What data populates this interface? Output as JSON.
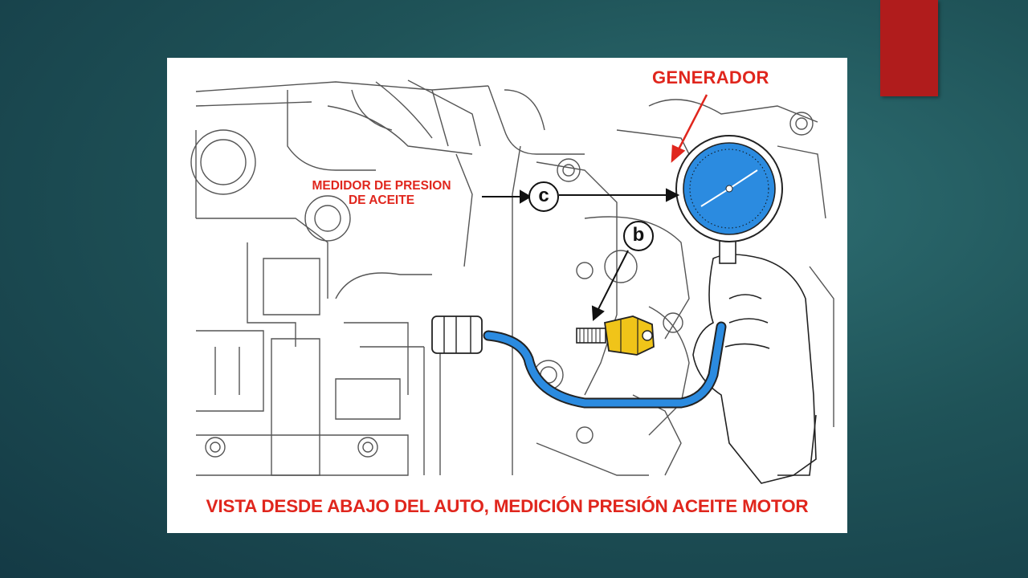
{
  "slide": {
    "accent_color": "#b01c1c",
    "background_color": "#1f5358"
  },
  "figure": {
    "labels": {
      "generator": "GENERADOR",
      "gauge_line1": "MEDIDOR DE PRESION",
      "gauge_line2": "DE ACEITE",
      "callout_c": "c",
      "callout_b": "b"
    },
    "caption": "VISTA DESDE ABAJO DEL AUTO, MEDICIÓN PRESIÓN ACEITE MOTOR",
    "colors": {
      "label_red": "#e0261d",
      "hose_blue": "#2b8be0",
      "gauge_face_blue": "#2b8be0",
      "sensor_yellow": "#f0c419"
    },
    "icons": [
      "pressure-gauge-icon",
      "oil-pressure-sensor-icon",
      "hand-icon",
      "hose-icon"
    ]
  }
}
